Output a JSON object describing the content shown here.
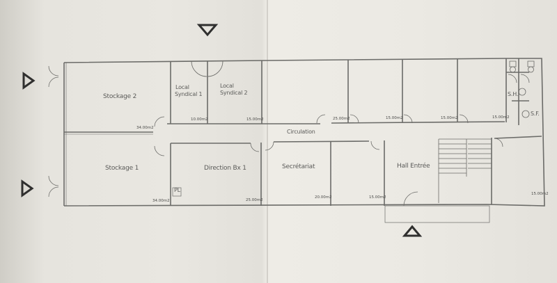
{
  "plan": {
    "type": "floor plan",
    "circulation_label": "Circulation",
    "rooms": [
      {
        "name": "Stockage 2",
        "area": "34.00m2"
      },
      {
        "name": "Local Syndical 1",
        "line1": "Local",
        "line2": "Syndical 1",
        "area": "10.00m2"
      },
      {
        "name": "Local Syndical 2",
        "line1": "Local",
        "line2": "Syndical 2",
        "area": "15.00m2"
      },
      {
        "name": "",
        "area": "25.00m2"
      },
      {
        "name": "",
        "area": "15.00m2"
      },
      {
        "name": "",
        "area": "15.00m2"
      },
      {
        "name": "",
        "area": "15.00m2"
      },
      {
        "name": "Stockage 1",
        "area": "34.00m2"
      },
      {
        "name": "Direction Bx 1",
        "area": "25.00m2"
      },
      {
        "name": "Secrétariat",
        "area": "20.00m2"
      },
      {
        "name": "",
        "area": "15.00m2"
      },
      {
        "name": "Hall Entrée",
        "area": ""
      },
      {
        "name": "",
        "area": "15.00m2"
      }
    ],
    "fixtures": {
      "pl": "PL",
      "sh": "S.H.",
      "sf": "S.F."
    },
    "entrance_markers": [
      "triangle-top",
      "triangle-left-upper",
      "triangle-left-lower",
      "triangle-bottom"
    ]
  }
}
